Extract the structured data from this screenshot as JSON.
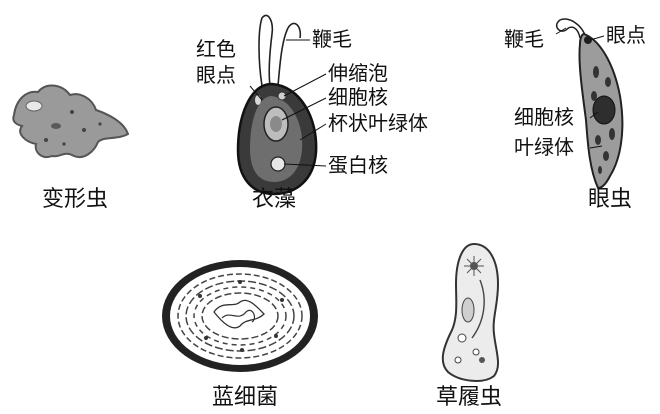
{
  "organisms": [
    {
      "key": "amoeba",
      "caption": "变形虫",
      "labels": []
    },
    {
      "key": "chlamydomonas",
      "caption": "衣藻",
      "labels": [
        "红色",
        "眼点",
        "鞭毛",
        "伸缩泡",
        "细胞核",
        "杯状叶绿体",
        "蛋白核"
      ]
    },
    {
      "key": "euglena",
      "caption": "眼虫",
      "labels": [
        "鞭毛",
        "眼点",
        "细胞核",
        "叶绿体"
      ]
    },
    {
      "key": "cyanobacteria",
      "caption": "蓝细菌",
      "labels": []
    },
    {
      "key": "paramecium",
      "caption": "草履虫",
      "labels": []
    }
  ]
}
